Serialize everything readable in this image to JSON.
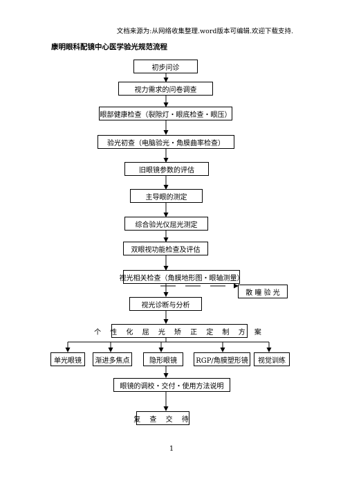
{
  "header": {
    "source_note": "文档来源为:从网络收集整理.word版本可编辑.欢迎下载支持.",
    "title": "康明眼科配镜中心医学验光规范流程"
  },
  "flow": {
    "step1": "初步问诊",
    "step2": "视力需求的问卷调查",
    "step3": "眼部健康检查（裂隙灯・眼底检查・眼压）",
    "step4": "验光初查（电脑验光・角膜曲率检查）",
    "step5": "旧眼镜参数的评估",
    "step6": "主导眼的测定",
    "step7": "综合验光仪屈光测定",
    "step8": "双眼视功能检查及评估",
    "step9": "视光相关检查（角膜地形图・眼轴测量）",
    "side_box": "散 瞳 验 光",
    "step10": "视光诊断与分析",
    "step11": "个 性 化 屈 光 矫 正 定 制 方 案",
    "options": [
      "单光眼镜",
      "渐进多焦点",
      "隐形眼镜",
      "RGP/角膜塑形镜",
      "视觉训练"
    ],
    "step12": "眼镜的调校・交付・使用方法说明",
    "step13": "复 查 交 待"
  },
  "footer": {
    "page_number": "1"
  }
}
